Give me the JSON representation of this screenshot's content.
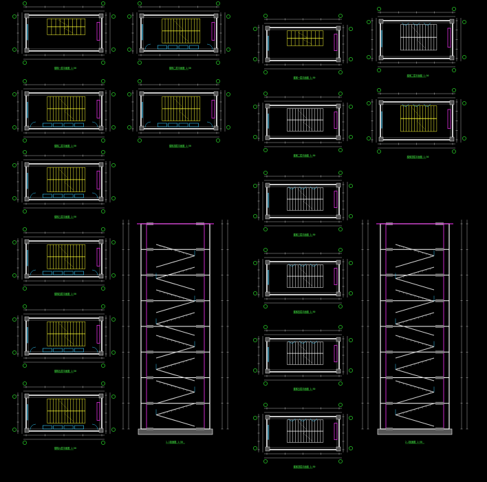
{
  "drawing": {
    "background": "#000000",
    "colors": {
      "wall": "#ffffff",
      "hatch": "#aaaaaa",
      "dimension": "#ffffff",
      "axis_bubble": "#33ff33",
      "stair_tread": "#ffff33",
      "stair_tread_upper": "#ffffff",
      "window": "#ff33ff",
      "door": "#33ccff",
      "rail": "#ff3333",
      "section_stair": "#cccccc"
    },
    "plans_left_col": [
      {
        "id": "plan-1",
        "caption": "楼梯一层平面图 1:50",
        "stair_color": "yellow",
        "has_bottom_doors": false
      },
      {
        "id": "plan-2",
        "caption": "楼梯二层平面图 1:50",
        "stair_color": "yellow",
        "has_bottom_doors": true
      },
      {
        "id": "plan-3",
        "caption": "楼梯三层平面图 1:50",
        "stair_color": "yellow",
        "has_bottom_doors": true
      },
      {
        "id": "plan-4",
        "caption": "楼梯四层平面图 1:50",
        "stair_color": "yellow",
        "has_bottom_doors": true
      },
      {
        "id": "plan-5",
        "caption": "楼梯五层平面图 1:50",
        "stair_color": "yellow",
        "has_bottom_doors": true
      },
      {
        "id": "plan-6",
        "caption": "楼梯六层平面图 1:50",
        "stair_color": "yellow",
        "has_bottom_doors": true
      }
    ],
    "plans_second_col": [
      {
        "id": "plan-7",
        "caption": "楼梯二层平面图 1:50",
        "stair_color": "yellow"
      },
      {
        "id": "plan-8",
        "caption": "楼梯顶层平面图 1:50",
        "stair_color": "yellow"
      }
    ],
    "plans_third_col": [
      {
        "id": "plan-9",
        "caption": "楼梯一层平面图 1:50",
        "stair_color": "yellow"
      },
      {
        "id": "plan-10",
        "caption": "楼梯二层平面图 1:50",
        "stair_color": "white"
      },
      {
        "id": "plan-11",
        "caption": "楼梯三层平面图 1:50",
        "stair_color": "white"
      },
      {
        "id": "plan-12",
        "caption": "楼梯四层平面图 1:50",
        "stair_color": "white"
      },
      {
        "id": "plan-13",
        "caption": "楼梯五层平面图 1:50",
        "stair_color": "white"
      },
      {
        "id": "plan-14",
        "caption": "楼梯顶层平面图 1:50",
        "stair_color": "white"
      }
    ],
    "plans_fourth_col": [
      {
        "id": "plan-15",
        "caption": "楼梯二层平面图 1:50",
        "stair_color": "white"
      },
      {
        "id": "plan-16",
        "caption": "楼梯顶层平面图 1:50",
        "stair_color": "yellow"
      }
    ],
    "sections": [
      {
        "id": "section-1",
        "caption": "1-1剖面图 1:50",
        "floors": 8
      },
      {
        "id": "section-2",
        "caption": "2-2剖面图 1:50",
        "floors": 8
      }
    ]
  }
}
